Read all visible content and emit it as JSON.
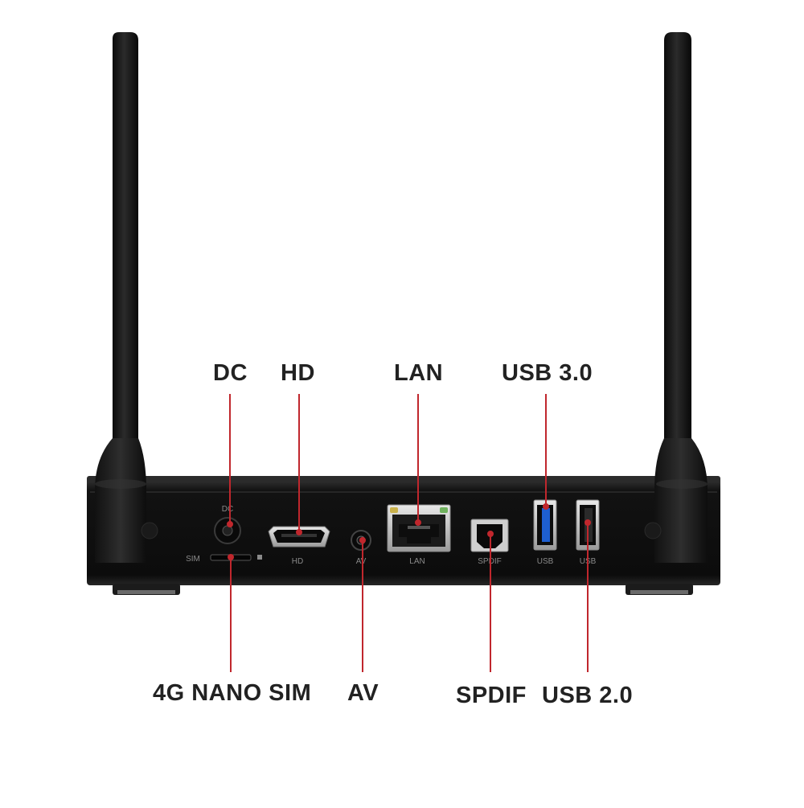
{
  "callouts": {
    "dc": "DC",
    "hd": "HD",
    "lan": "LAN",
    "usb30": "USB 3.0",
    "sim": "4G NANO SIM",
    "av": "AV",
    "spdif": "SPDIF",
    "usb20": "USB 2.0"
  },
  "port_labels": {
    "dc": "DC",
    "sim": "SIM",
    "hd": "HD",
    "av": "AV",
    "lan": "LAN",
    "spdif": "SPDIF",
    "usb_a": "USB",
    "usb_b": "USB"
  },
  "colors": {
    "leader_line": "#c0272d",
    "device_body": "#151515",
    "usb3_blue": "#1e5fd1",
    "label_text": "#222222"
  }
}
